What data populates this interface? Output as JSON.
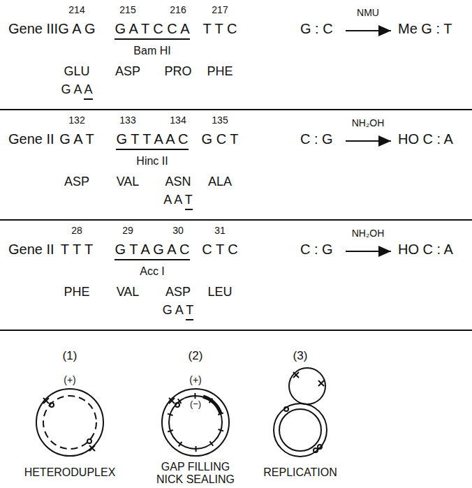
{
  "diagram": {
    "labels": [
      "Gene III",
      "214",
      "215",
      "216",
      "217",
      "G A G",
      "G A T C C A",
      "T T C",
      "Bam HI",
      "GLU",
      "ASP",
      "PRO",
      "PHE",
      "G A A",
      "G : C",
      "NMU",
      "Me G : T",
      "Gene II",
      "132",
      "133",
      "134",
      "135",
      "G A T",
      "G T T A A C",
      "G C T",
      "Hinc II",
      "ASP",
      "VAL",
      "ASN",
      "ALA",
      "A A T",
      "C : G",
      "NH₂OH",
      "HO C : A",
      "Gene II",
      "28",
      "29",
      "30",
      "31",
      "T T T",
      "G T A G A C",
      "C T C",
      "Acc I",
      "PHE",
      "VAL",
      "ASP",
      "LEU",
      "G A T",
      "C : G",
      "NH₂OH",
      "HO C : A",
      "(1)",
      "(+)",
      "HETERODUPLEX",
      "(2)",
      "(+)",
      "(−)",
      "GAP FILLING NICK SEALING",
      "(3)",
      "REPLICATION"
    ]
  }
}
